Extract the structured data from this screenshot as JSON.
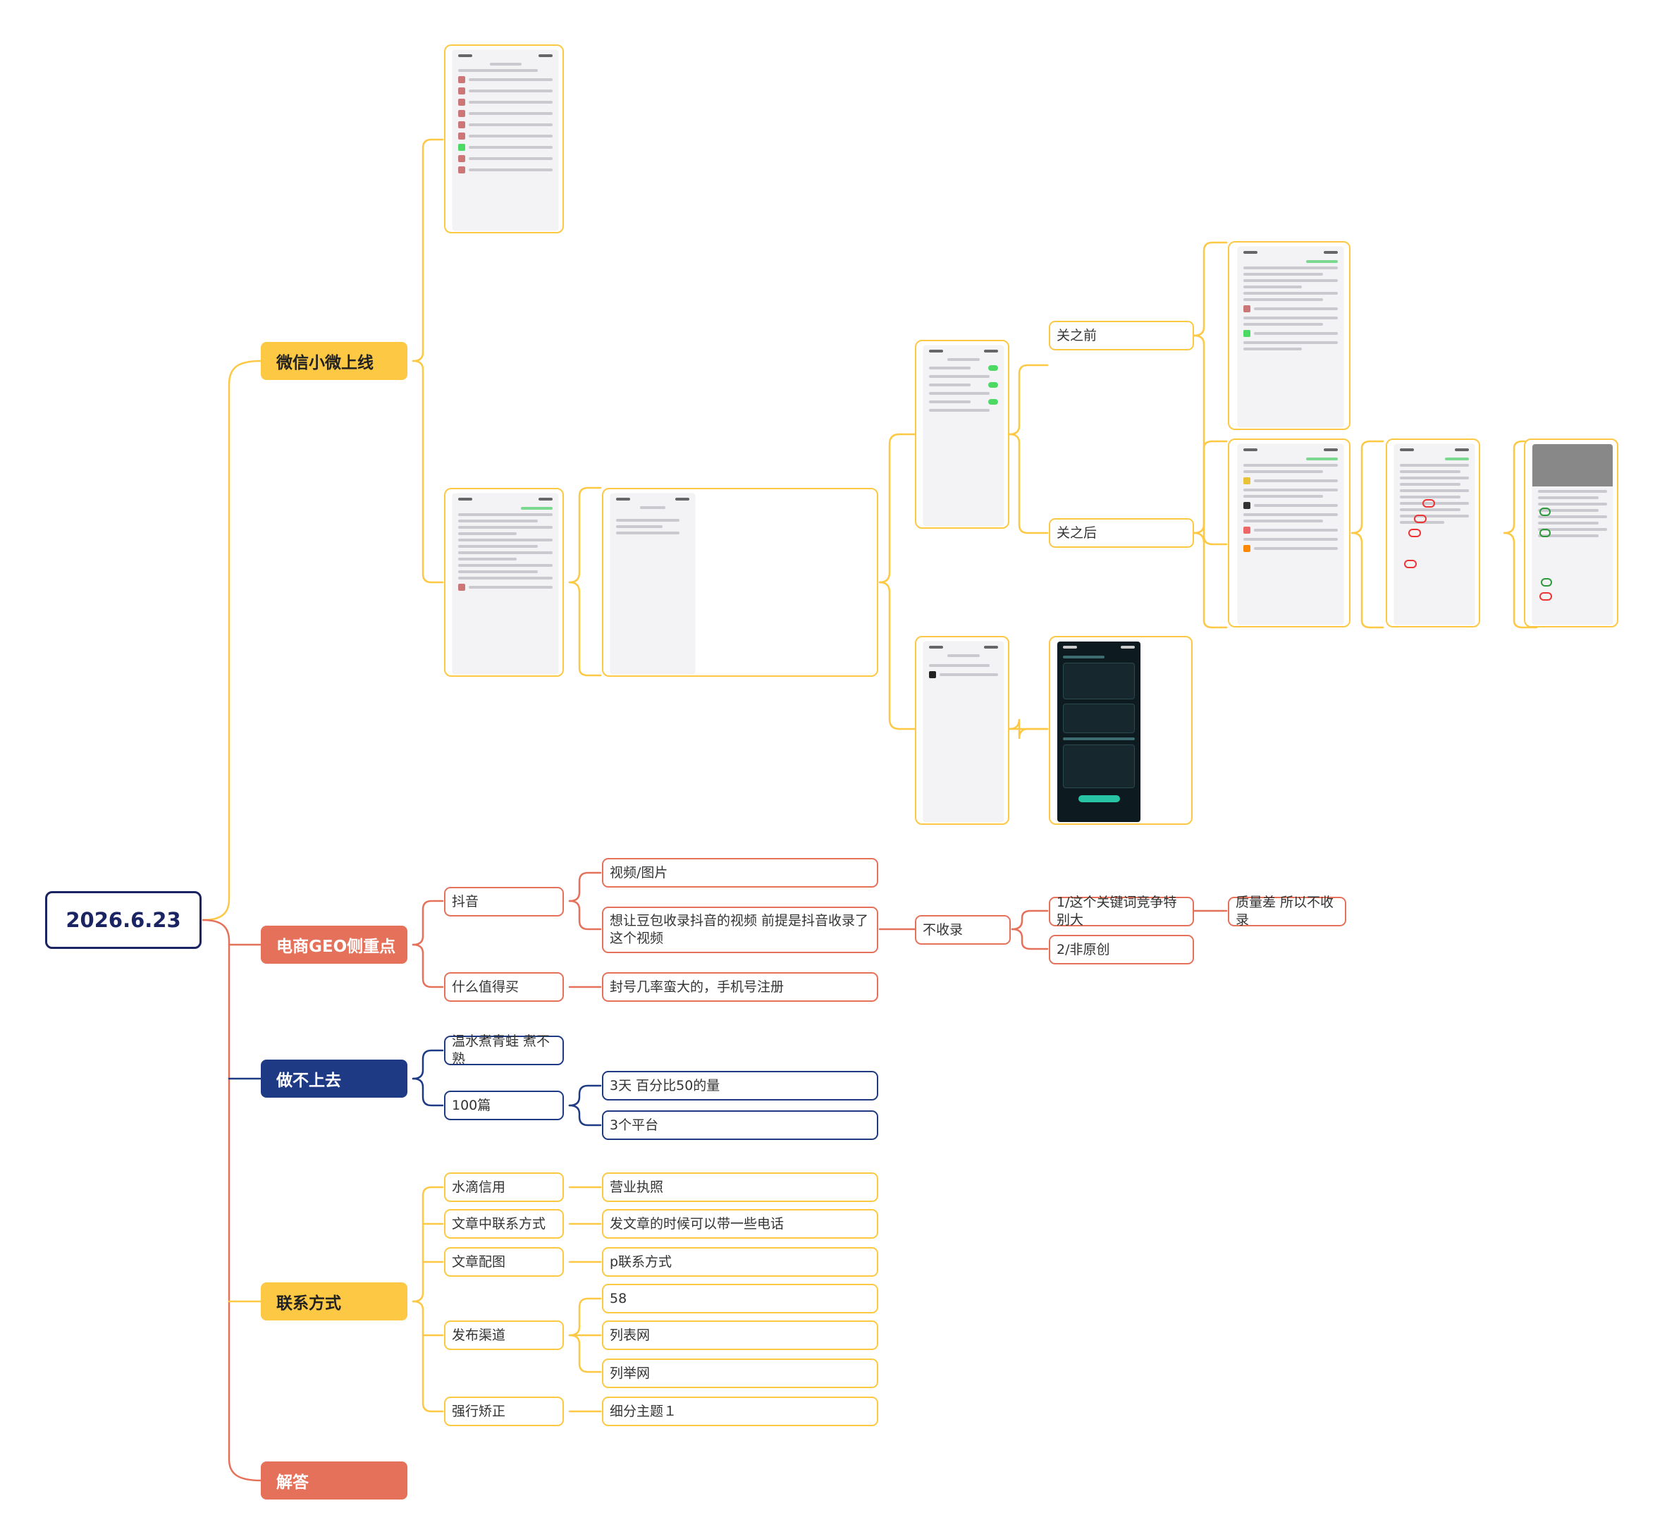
{
  "root": "2026.6.23",
  "branches": {
    "wechat": "微信小微上线",
    "geo": "电商GEO侧重点",
    "fail": "做不上去",
    "contact": "联系方式",
    "answer": "解答"
  },
  "wechat": {
    "before": "关之前",
    "after": "关之后"
  },
  "geo": {
    "douyin": "抖音",
    "douyin_children": [
      "视频/图片",
      "想让豆包收录抖音的视频 前提是抖音收录了这个视频"
    ],
    "not_indexed": "不收录",
    "reasons": [
      "1/这个关键词竞争特别大",
      "2/非原创"
    ],
    "reason_detail": "质量差 所以不收录",
    "smzdm": "什么值得买",
    "smzdm_detail": "封号几率蛮大的，手机号注册"
  },
  "fail": {
    "a": "温水煮青蛙 煮不熟",
    "b": "100篇",
    "b_children": [
      "3天 百分比50的量",
      "3个平台"
    ]
  },
  "contact": {
    "items": [
      {
        "label": "水滴信用",
        "children": [
          "营业执照"
        ]
      },
      {
        "label": "文章中联系方式",
        "children": [
          "发文章的时候可以带一些电话"
        ]
      },
      {
        "label": "文章配图",
        "children": [
          "p联系方式"
        ]
      },
      {
        "label": "发布渠道",
        "children": [
          "58",
          "列表网",
          "列举网"
        ]
      },
      {
        "label": "强行矫正",
        "children": [
          "细分主题１"
        ]
      }
    ]
  },
  "colors": {
    "navy": "#1b2462",
    "yellow": "#fdc843",
    "red": "#e5715b",
    "blue": "#1f3a85"
  }
}
